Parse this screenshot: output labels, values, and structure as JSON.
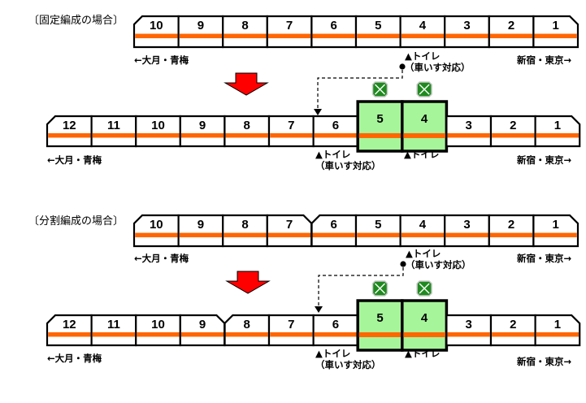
{
  "colors": {
    "stripe": "#ff6600",
    "highlight": "#a6f59a",
    "arrow": "#ff0000",
    "outline": "#000000",
    "wheelchair_icon": "#1f8a1f"
  },
  "sections": [
    {
      "title": "〔固定編成の場合〕",
      "before": {
        "cars": [
          "10",
          "9",
          "8",
          "7",
          "6",
          "5",
          "4",
          "3",
          "2",
          "1"
        ],
        "left_label": "←大月・青梅",
        "right_label": "新宿・東京→",
        "toilet_note": {
          "line1": "▲トイレ",
          "line2": "（車いす対応）",
          "car": "4"
        }
      },
      "after": {
        "cars": [
          "12",
          "11",
          "10",
          "9",
          "8",
          "7",
          "6",
          "5",
          "4",
          "3",
          "2",
          "1"
        ],
        "highlighted_cars": [
          "5",
          "4"
        ],
        "left_label": "←大月・青梅",
        "right_label": "新宿・東京→",
        "toilet_notes": [
          {
            "line1": "▲トイレ",
            "line2": "（車いす対応）",
            "car": "6"
          },
          {
            "line1": "▲トイレ",
            "line2": "",
            "car": "4"
          }
        ]
      }
    },
    {
      "title": "〔分割編成の場合〕",
      "before": {
        "cars": [
          "10",
          "9",
          "8",
          "7",
          "6",
          "5",
          "4",
          "3",
          "2",
          "1"
        ],
        "split_after": "7",
        "left_label": "←大月・青梅",
        "right_label": "新宿・東京→",
        "toilet_note": {
          "line1": "▲トイレ",
          "line2": "（車いす対応）",
          "car": "4"
        }
      },
      "after": {
        "cars": [
          "12",
          "11",
          "10",
          "9",
          "8",
          "7",
          "6",
          "5",
          "4",
          "3",
          "2",
          "1"
        ],
        "split_after": "9",
        "highlighted_cars": [
          "5",
          "4"
        ],
        "left_label": "←大月・青梅",
        "right_label": "新宿・東京→",
        "toilet_notes": [
          {
            "line1": "▲トイレ",
            "line2": "（車いす対応）",
            "car": "6"
          },
          {
            "line1": "▲トイレ",
            "line2": "",
            "car": "4"
          }
        ]
      }
    }
  ],
  "icons": {
    "transition_arrow": "down-arrow-icon",
    "new_car_marker": "wheelchair-space-icon",
    "toilet_marker": "triangle-icon",
    "relocation_marker": "dot-icon"
  }
}
